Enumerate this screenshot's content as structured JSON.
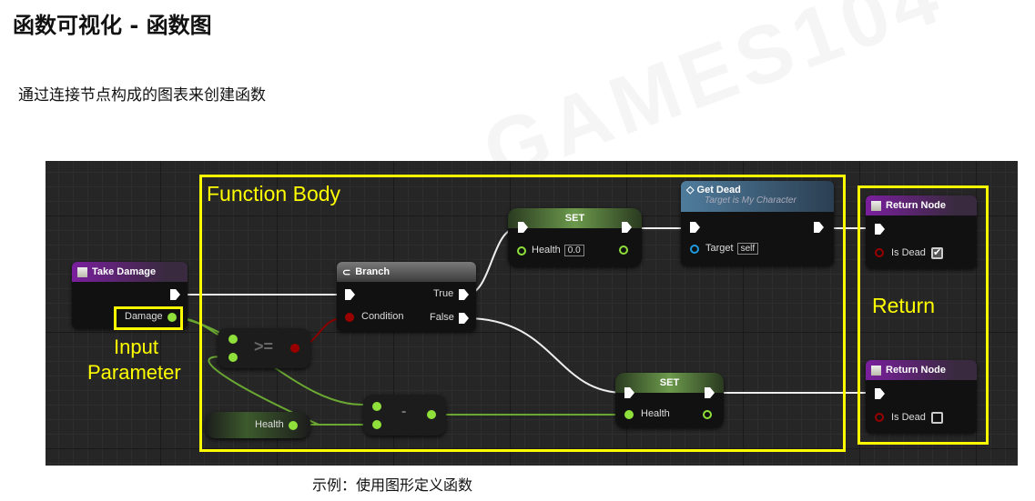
{
  "slide": {
    "title": "函数可视化 - 函数图",
    "subtitle": "通过连接节点构成的图表来创建函数",
    "caption": "示例：使用图形定义函数",
    "watermark": "GAMES104"
  },
  "annotations": {
    "function_body": "Function Body",
    "input_parameter_line1": "Input",
    "input_parameter_line2": "Parameter",
    "return": "Return"
  },
  "nodes": {
    "take_damage": {
      "title": "Take Damage",
      "pin_damage": "Damage"
    },
    "branch": {
      "title": "Branch",
      "condition": "Condition",
      "true": "True",
      "false": "False"
    },
    "compare": {
      "op": ">="
    },
    "subtract": {
      "op": "-"
    },
    "health_get": {
      "label": "Health"
    },
    "set_top": {
      "title": "SET",
      "pin": "Health",
      "value": "0.0"
    },
    "get_dead": {
      "title": "Get Dead",
      "subtitle": "Target is My Character",
      "target": "Target",
      "target_value": "self"
    },
    "set_bottom": {
      "title": "SET",
      "pin": "Health"
    },
    "return1": {
      "title": "Return Node",
      "pin": "Is Dead",
      "checked": true,
      "check_glyph": "✔"
    },
    "return2": {
      "title": "Return Node",
      "pin": "Is Dead",
      "checked": false
    }
  },
  "colors": {
    "highlight": "#ffff00",
    "float_pin": "#8fe03a",
    "bool_pin": "#9a0000",
    "object_pin": "#1e9be0"
  }
}
